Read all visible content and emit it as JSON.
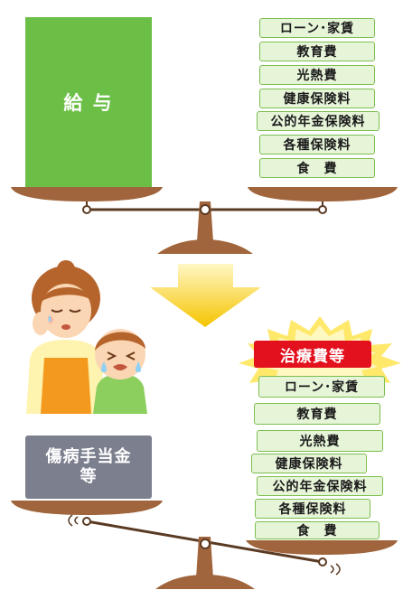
{
  "top": {
    "income_label": "給 与",
    "expenses": [
      "ローン･家賃",
      "教育費",
      "光熱費",
      "健康保険料",
      "公的年金保険料",
      "各種保険料",
      "食　費"
    ]
  },
  "bottom": {
    "income_lines": [
      "傷病手当金",
      "等"
    ],
    "medical_label": "治療費等",
    "expenses": [
      "ローン･家賃",
      "教育費",
      "光熱費",
      "健康保険料",
      "公的年金保険料",
      "各種保険料",
      "食　費"
    ]
  },
  "colors": {
    "green": "#6bbf47",
    "scale_brown": "#a0653c",
    "arrow_yellow": "#f5c400",
    "medical_red": "#e3101e",
    "alt_gray": "#7b7f8e"
  }
}
